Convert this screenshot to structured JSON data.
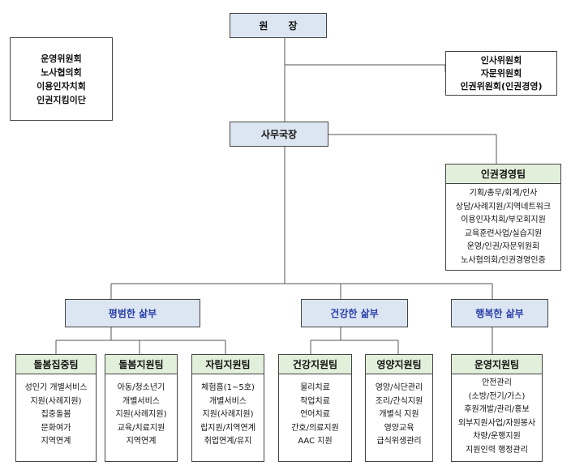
{
  "director": "원      장",
  "left_committees": [
    "운영위원회",
    "노사협의회",
    "이용인자치회",
    "인권지킴이단"
  ],
  "right_committees": [
    "인사위원회",
    "자문위원회",
    "인권위원회(인권경영)"
  ],
  "secretary_general": "사무국장",
  "hr_team": {
    "title": "인권경영팀",
    "duties": [
      "기획/총무/회계/인사",
      "상담/사례지원/지역네트워크",
      "이용인자치회/부모회지원",
      "교육훈련사업/실습지원",
      "운영/인권/자문위원회",
      "노사협의회/인권경영인증"
    ]
  },
  "divisions": {
    "ordinary": "평범한 삶부",
    "healthy": "건강한 삶부",
    "happy": "행복한 삶부"
  },
  "teams": [
    {
      "title": "돌봄집중팀",
      "duties": [
        "성인기 개별서비스",
        "지원(사례지원)",
        "집중돌봄",
        "문화여가",
        "지역연계"
      ]
    },
    {
      "title": "돌봄지원팀",
      "duties": [
        "아동/청소년기",
        "개별서비스",
        "지원(사례지원)",
        "교육/치료지원",
        "지역연계"
      ]
    },
    {
      "title": "자립지원팀",
      "duties": [
        "체험홈(1~5호)",
        "개별서비스",
        "지원(사례지원)",
        "립지원/지역연계",
        "취업연계/유지"
      ]
    },
    {
      "title": "건강지원팀",
      "duties": [
        "물리치료",
        "작업치료",
        "언어치료",
        "간호/의료지원",
        "AAC 지원"
      ]
    },
    {
      "title": "영양지원팀",
      "duties": [
        "영양/식단관리",
        "조리/간식지원",
        "개별식 지원",
        "영양교육",
        "급식위생관리"
      ]
    },
    {
      "title": "운영지원팀",
      "duties": [
        "안전관리",
        "(소방/전기/가스)",
        "후원개발/관리/홍보",
        "외부지원사업/자원봉사",
        "차량/운행지원",
        "지원인력 행정관리"
      ]
    }
  ]
}
